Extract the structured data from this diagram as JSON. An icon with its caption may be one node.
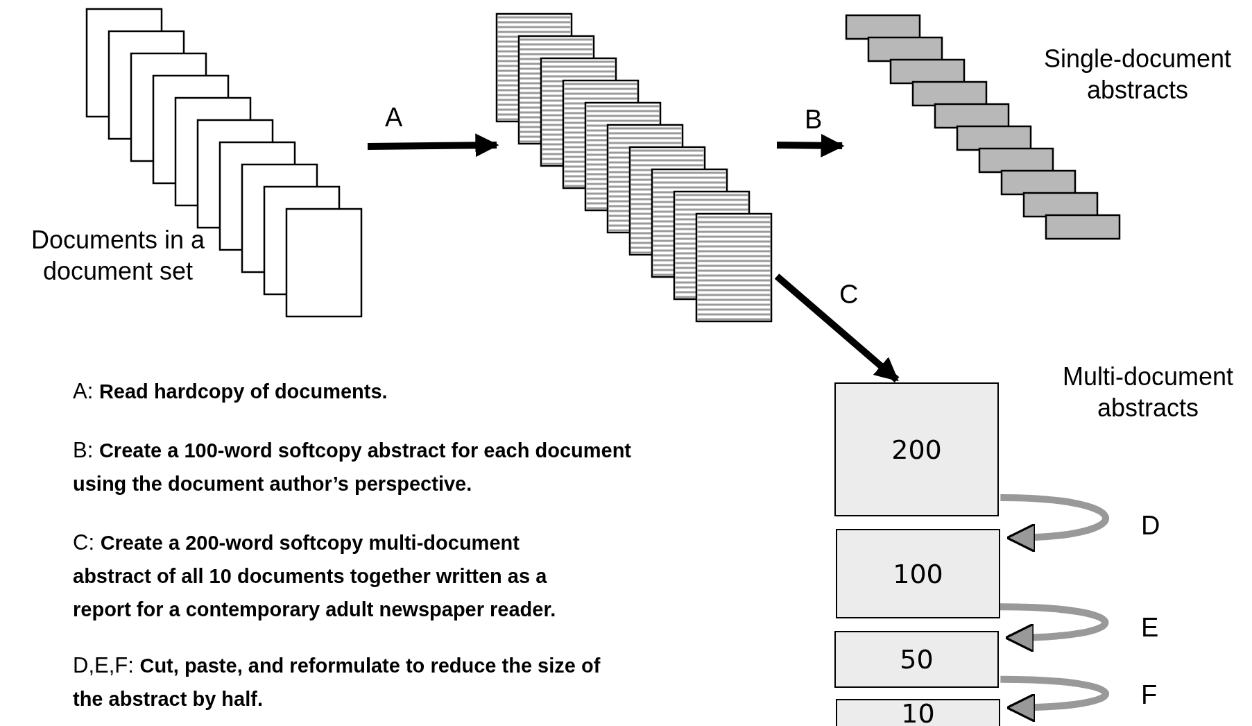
{
  "diagram": {
    "nodes": [
      {
        "text": [
          "Documents in a document set"
        ]
      },
      {
        "text": [],
        "shape": "picture"
      },
      {
        "text": [
          "Single-document abstracts"
        ]
      },
      {
        "text": [
          "200"
        ]
      },
      {
        "text": [
          "100"
        ]
      },
      {
        "text": [
          "50"
        ]
      },
      {
        "text": [
          "10"
        ]
      }
    ],
    "edges": [
      {
        "from": 0,
        "to": 1,
        "arrow": "to",
        "label": "A"
      },
      {
        "from": 1,
        "to": 2,
        "arrow": "to",
        "label": "B"
      },
      {
        "from": 1,
        "to": 3,
        "arrow": "to",
        "label": "C"
      },
      {
        "from": 3,
        "to": 4,
        "arrow": "to",
        "label": "D",
        "color": "#999999"
      },
      {
        "from": 4,
        "to": 5,
        "arrow": "to",
        "label": "E",
        "color": "#999999"
      },
      {
        "from": 5,
        "to": 6,
        "arrow": "to",
        "label": "F",
        "color": "#999999"
      }
    ],
    "labels": [
      "Multi-document abstracts",
      "A:  **Read hardcopy of documents.**",
      "B:  **Create a 100-word softcopy abstract for each document using the document author’s perspective.**",
      "C:  **Create a 200-word softcopy multi-document abstract of all 10 documents together written as a report for a contemporary adult newspaper reader.**",
      "D,E,F:  **Cut, paste, and reformulate to reduce the size of the abstract by half.**"
    ]
  }
}
